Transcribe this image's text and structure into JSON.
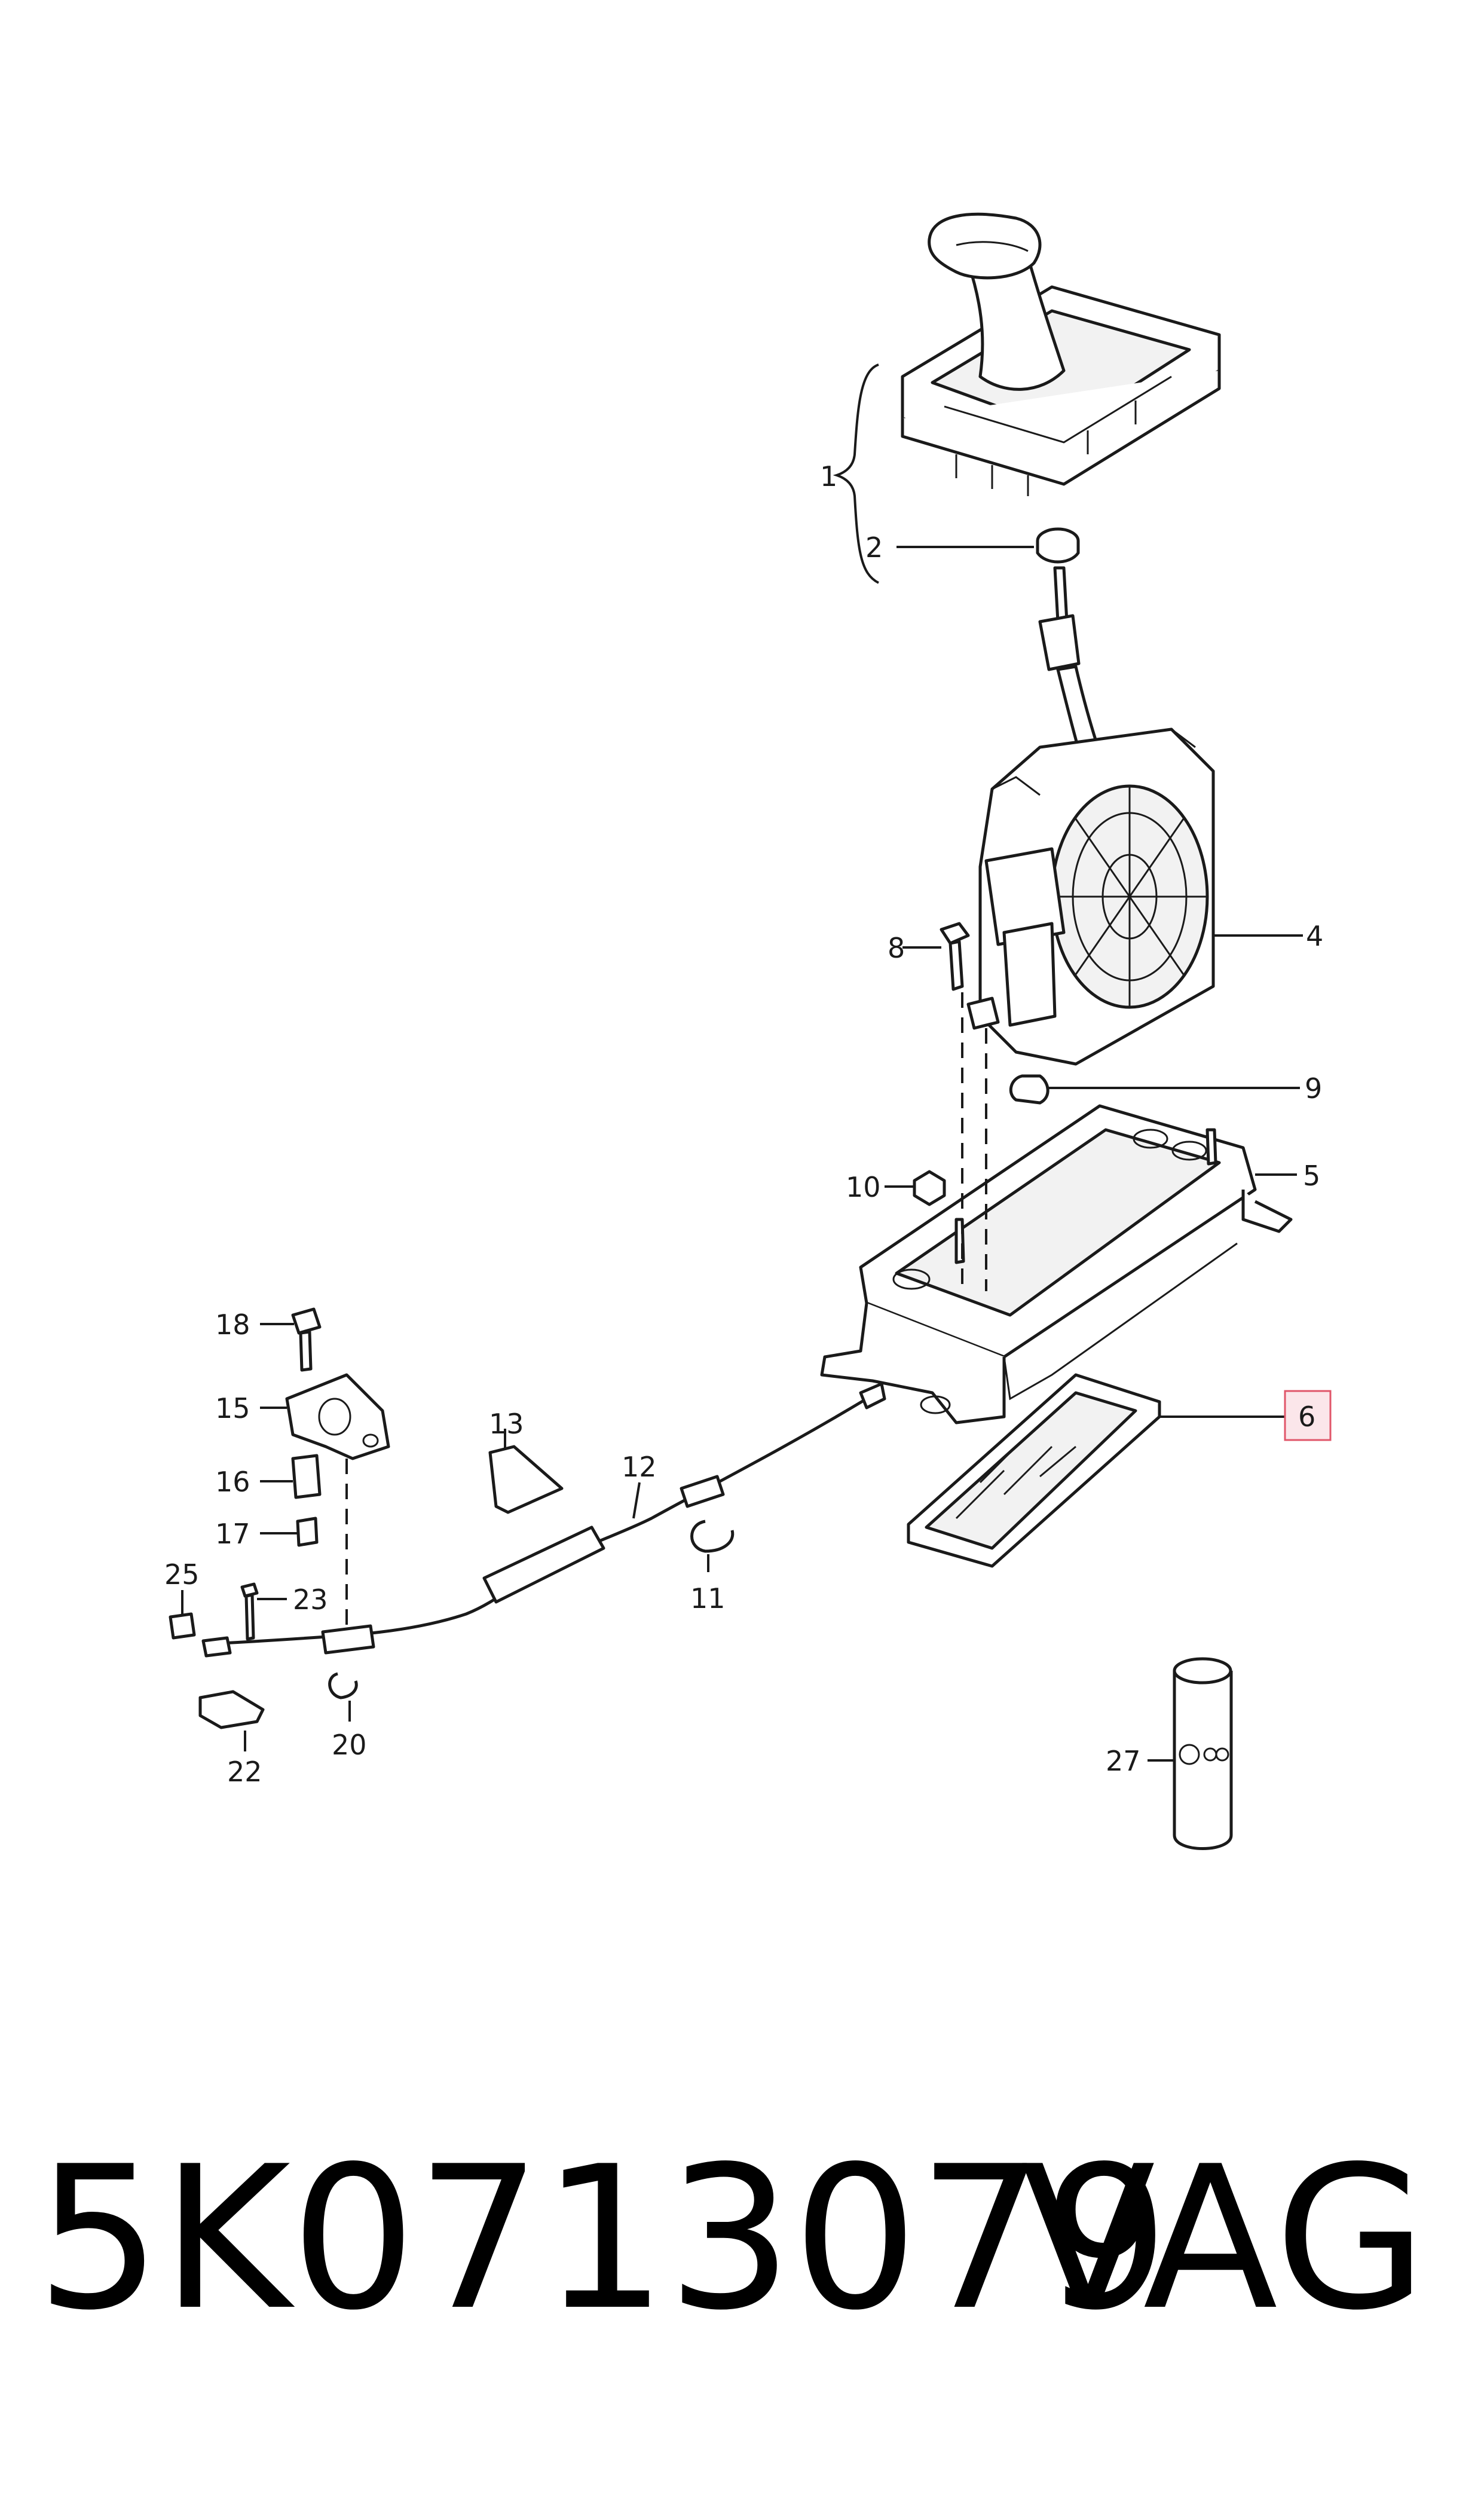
{
  "callouts": {
    "c1": "1",
    "c2": "2",
    "c4": "4",
    "c5": "5",
    "c6": "6",
    "c8": "8",
    "c9": "9",
    "c10": "10",
    "c11": "11",
    "c12": "12",
    "c13": "13",
    "c15": "15",
    "c16": "16",
    "c17": "17",
    "c18": "18",
    "c20": "20",
    "c22": "22",
    "c23": "23",
    "c25": "25",
    "c27": "27"
  },
  "highlight_color": "#e0566a",
  "footer": {
    "part_number": "5K0713079",
    "brand": "VAG"
  }
}
